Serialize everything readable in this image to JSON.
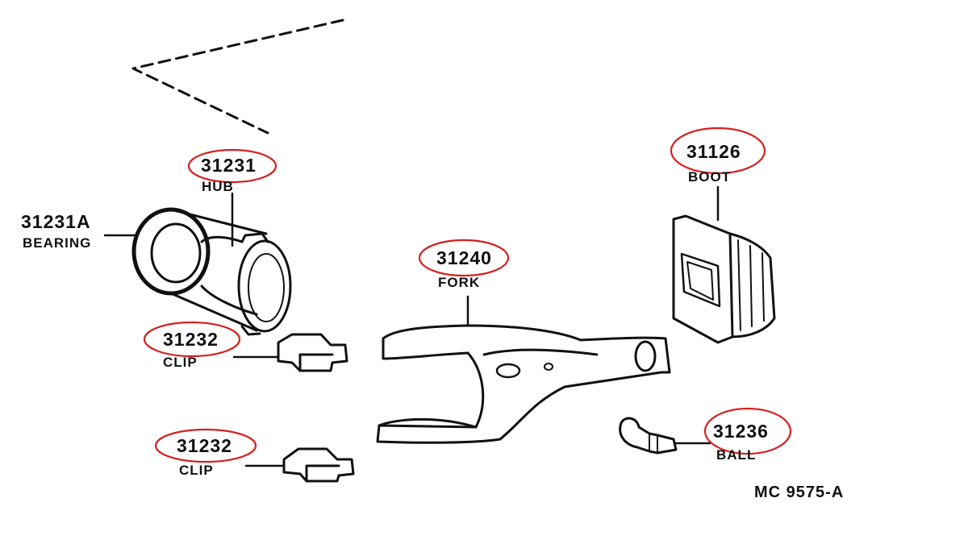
{
  "parts": {
    "hub": {
      "number": "31231",
      "name": "HUB",
      "circled": true
    },
    "bearing": {
      "number": "31231A",
      "name": "BEARING",
      "circled": false
    },
    "boot": {
      "number": "31126",
      "name": "BOOT",
      "circled": true
    },
    "fork": {
      "number": "31240",
      "name": "FORK",
      "circled": true
    },
    "clip_upper": {
      "number": "31232",
      "name": "CLIP",
      "circled": true
    },
    "clip_lower": {
      "number": "31232",
      "name": "CLIP",
      "circled": true
    },
    "ball": {
      "number": "31236",
      "name": "BALL",
      "circled": true
    }
  },
  "diagram_code": "MC 9575-A",
  "colors": {
    "ink": "#111111",
    "circle": "#d42020",
    "paper": "#ffffff"
  }
}
